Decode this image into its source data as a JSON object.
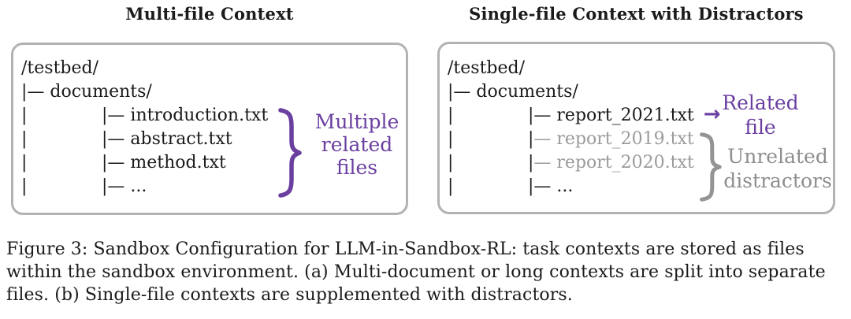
{
  "palette": {
    "purple": "#6a3fa0",
    "gray-text": "#9b9b9b",
    "gray-label": "#8e8e8e",
    "gray-brace": "#949494",
    "border-gray": "#b2b2b2",
    "ink": "#1b1b1b"
  },
  "left_panel": {
    "title": "Multi-file Context",
    "tree": {
      "row1": "/testbed/",
      "row2": "|— documents/",
      "rows": [
        {
          "pipe": "|",
          "pipe2": "|",
          "rest": "— introduction.txt"
        },
        {
          "pipe": "|",
          "pipe2": "|",
          "rest": "— abstract.txt"
        },
        {
          "pipe": "|",
          "pipe2": "|",
          "rest": "— method.txt"
        },
        {
          "pipe": "|",
          "pipe2": "|",
          "rest": "— ..."
        }
      ]
    },
    "brace_label": {
      "line1": "Multiple",
      "line2": "related",
      "line3": "files"
    }
  },
  "right_panel": {
    "title": "Single-file Context with Distractors",
    "tree": {
      "row1": "/testbed/",
      "row2": "|— documents/",
      "rows": [
        {
          "pipe": "|",
          "pipe2": "|",
          "rest": "— report_2021.txt"
        },
        {
          "pipe": "|",
          "pipe2": "|",
          "rest": "— report_2019.txt"
        },
        {
          "pipe": "|",
          "pipe2": "|",
          "rest": "— report_2020.txt"
        },
        {
          "pipe": "|",
          "pipe2": "|",
          "rest": "— ..."
        }
      ]
    },
    "arrow_glyph": "→",
    "related_label": {
      "line1": "Related",
      "line2": "file"
    },
    "distractor_label": {
      "line1": "Unrelated",
      "line2": "distractors"
    }
  },
  "caption": {
    "lines": [
      "Figure 3: Sandbox Configuration for LLM-in-Sandbox-RL: task contexts are stored as files",
      "within the sandbox environment. (a) Multi-document or long contexts are split into separate",
      "files. (b) Single-file contexts are supplemented with distractors."
    ]
  }
}
